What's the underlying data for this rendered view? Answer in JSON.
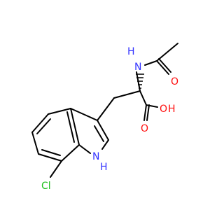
{
  "atoms": {
    "amide_n": "N",
    "amide_h": "H",
    "carbonyl_o_amide": "O",
    "acid_oh_o": "O",
    "acid_oh_h": "H",
    "carbonyl_o_acid": "O",
    "indole_n": "N",
    "indole_h": "H",
    "chlorine": "Cl"
  },
  "colors": {
    "bond": "#000000",
    "nitrogen": "#3333ff",
    "oxygen": "#ff0d0d",
    "chlorine": "#1fbf1f"
  }
}
